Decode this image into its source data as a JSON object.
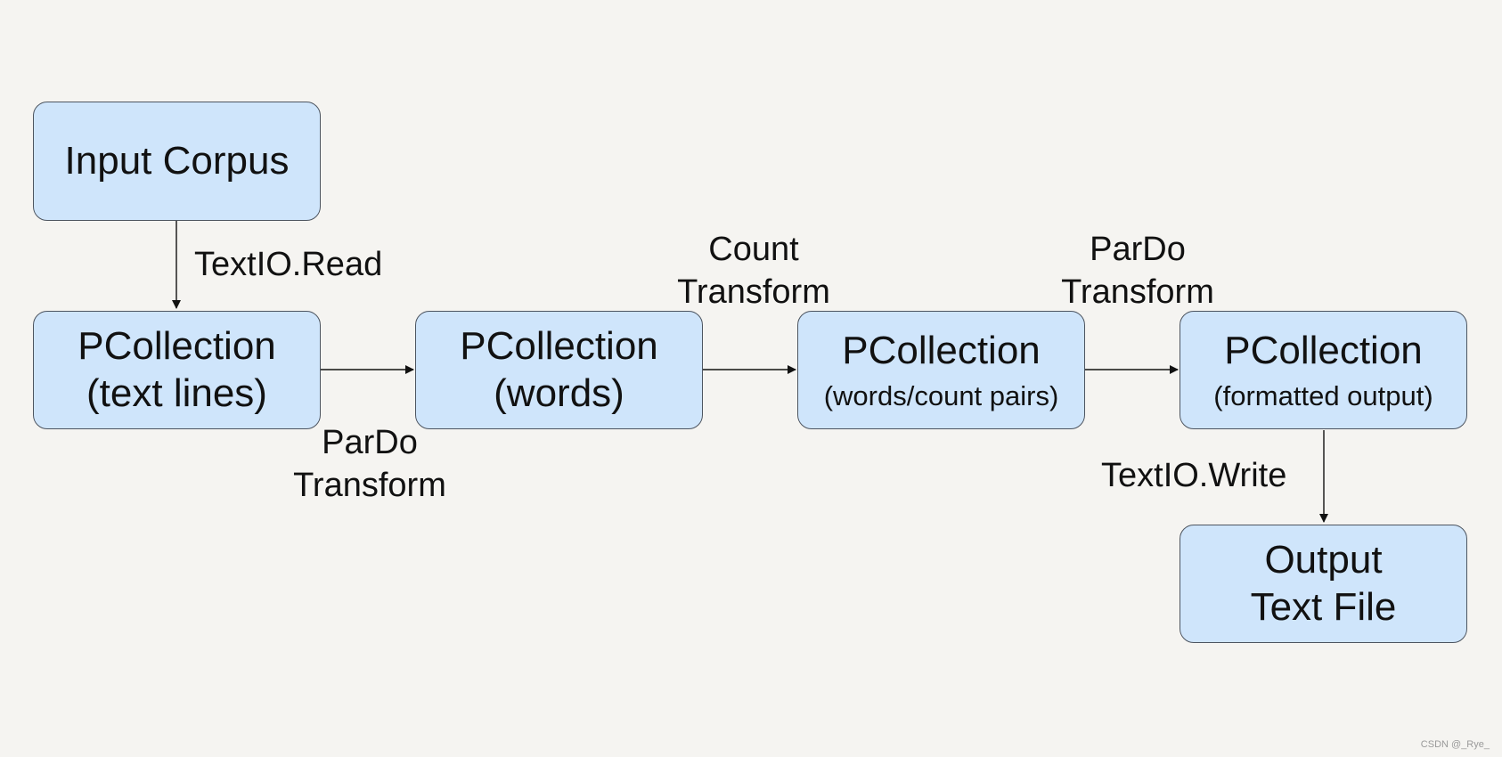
{
  "nodes": {
    "input_corpus": {
      "line1": "Input Corpus"
    },
    "pcol_text_lines": {
      "line1": "PCollection",
      "line2": "(text lines)"
    },
    "pcol_words": {
      "line1": "PCollection",
      "line2": "(words)"
    },
    "pcol_word_count_pairs": {
      "line1": "PCollection",
      "line2": "(words/count pairs)"
    },
    "pcol_formatted_output": {
      "line1": "PCollection",
      "line2": "(formatted output)"
    },
    "output_text_file": {
      "line1": "Output",
      "line2": "Text File"
    }
  },
  "edges": {
    "read": {
      "line1": "TextIO.Read"
    },
    "pardo_1": {
      "line1": "ParDo",
      "line2": "Transform"
    },
    "count": {
      "line1": "Count",
      "line2": "Transform"
    },
    "pardo_2": {
      "line1": "ParDo",
      "line2": "Transform"
    },
    "write": {
      "line1": "TextIO.Write"
    }
  },
  "watermark": "CSDN @_Rye_",
  "colors": {
    "background": "#f5f4f1",
    "node_fill": "#cfe5fb",
    "node_border": "#4d5560",
    "arrow": "#111111"
  }
}
